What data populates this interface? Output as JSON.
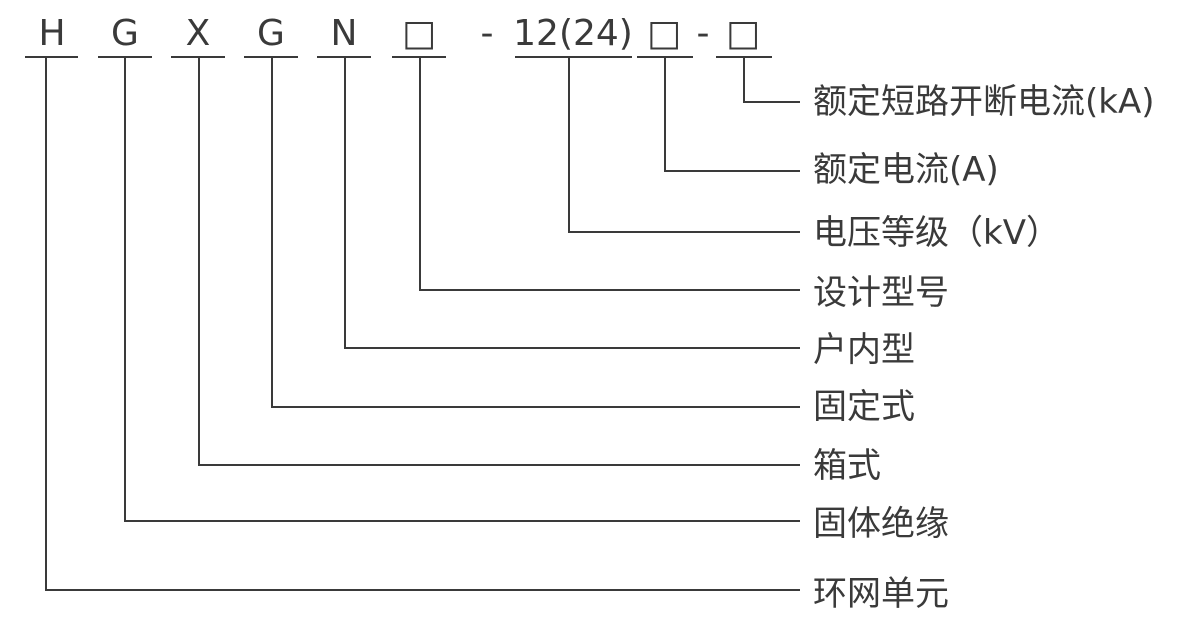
{
  "code": {
    "c1": "H",
    "c2": "G",
    "c3": "X",
    "c4": "G",
    "c5": "N",
    "c6": "□",
    "dash1": "-",
    "c7": "12(24)",
    "c8": "□",
    "dash2": "-",
    "c9": "□"
  },
  "labels": {
    "l1": "额定短路开断电流(kA)",
    "l2": "额定电流(A)",
    "l3": "电压等级（kV）",
    "l4": "设计型号",
    "l5": "户内型",
    "l6": "固定式",
    "l7": "箱式",
    "l8": "固体绝缘",
    "l9": "环网单元"
  },
  "colors": {
    "ink": "#3a3a3a",
    "background": "#ffffff"
  }
}
